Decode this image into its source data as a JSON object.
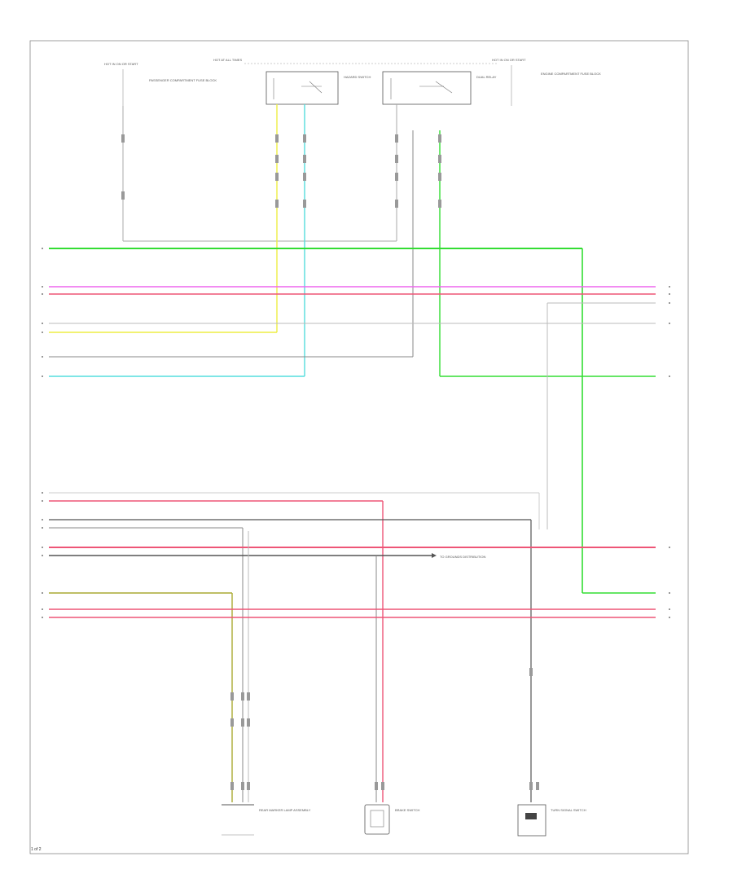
{
  "diagram": {
    "sheet": "1 of 2",
    "labels": {
      "hot_at_all_times": "HOT AT ALL TIMES",
      "hot_in_on_left": "HOT IN ON OR START",
      "hot_in_on_right": "HOT IN ON OR START",
      "left_fuse_note": "PASSENGER COMPARTMENT FUSE BLOCK",
      "hazard_switch": "HAZARD SWITCH",
      "dual_relay": "DUAL RELAY",
      "right_fuse_note": "ENGINE COMPARTMENT FUSE BLOCK",
      "to_grounds": "TO GROUNDS DISTRIBUTION",
      "comp_left": "REAR MARKER LAMP ASSEMBLY",
      "comp_mid": "BRAKE SWITCH",
      "comp_right": "TURN SIGNAL SWITCH"
    },
    "wire_colors": {
      "green": "#33dd33",
      "pink": "#ee66ee",
      "red": "#ee5577",
      "yellow": "#eeee44",
      "cyan": "#55dddd",
      "gray": "#888888",
      "dark": "#555555",
      "olive": "#aaaa33"
    }
  }
}
